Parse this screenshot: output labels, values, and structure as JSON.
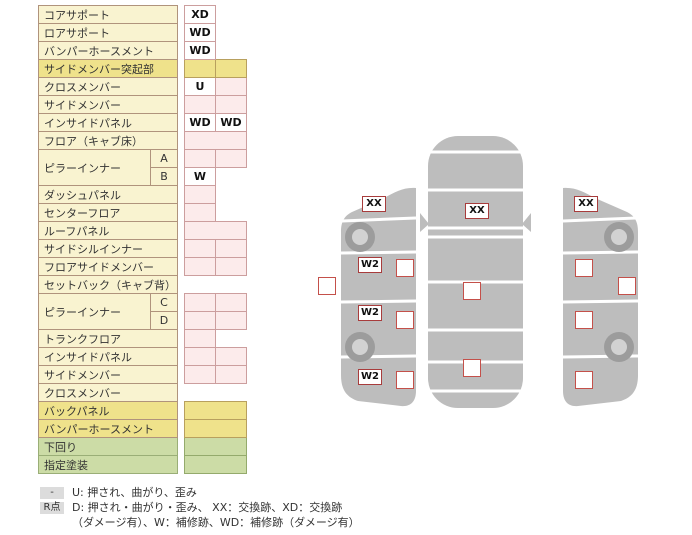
{
  "table": {
    "rows": [
      {
        "label": "コアサポート",
        "rowStyle": "cream",
        "cells": [
          {
            "text": "XD",
            "kind": "white"
          }
        ]
      },
      {
        "label": "ロアサポート",
        "rowStyle": "cream",
        "cells": [
          {
            "text": "WD",
            "kind": "white"
          }
        ]
      },
      {
        "label": "バンパーホースメント",
        "rowStyle": "cream",
        "cells": [
          {
            "text": "WD",
            "kind": "white"
          }
        ]
      },
      {
        "label": "サイドメンバー突起部",
        "rowStyle": "yellow",
        "cells": [
          {
            "text": "",
            "kind": "yellow"
          },
          {
            "text": "",
            "kind": "yellow"
          }
        ]
      },
      {
        "label": "クロスメンバー",
        "rowStyle": "cream",
        "cells": [
          {
            "text": "U",
            "kind": "white"
          },
          {
            "text": "",
            "kind": "pink"
          }
        ]
      },
      {
        "label": "サイドメンバー",
        "rowStyle": "cream",
        "cells": [
          {
            "text": "",
            "kind": "pink"
          },
          {
            "text": "",
            "kind": "pink"
          }
        ]
      },
      {
        "label": "インサイドパネル",
        "rowStyle": "cream",
        "cells": [
          {
            "text": "WD",
            "kind": "white"
          },
          {
            "text": "WD",
            "kind": "white"
          }
        ]
      },
      {
        "label": "フロア（キャブ床）",
        "rowStyle": "cream",
        "cells": [
          {
            "text": "",
            "kind": "pink",
            "wide": true
          }
        ]
      },
      {
        "label": "ピラーインナー",
        "labelSpan": 2,
        "sub": "A",
        "rowStyle": "cream",
        "cells": [
          {
            "text": "",
            "kind": "pink"
          },
          {
            "text": "",
            "kind": "pink"
          }
        ]
      },
      {
        "cont": true,
        "sub": "B",
        "rowStyle": "cream",
        "cells": [
          {
            "text": "W",
            "kind": "white"
          }
        ]
      },
      {
        "label": "ダッシュパネル",
        "rowStyle": "cream",
        "cells": [
          {
            "text": "",
            "kind": "pink"
          }
        ]
      },
      {
        "label": "センターフロア",
        "rowStyle": "cream",
        "cells": [
          {
            "text": "",
            "kind": "pink"
          }
        ]
      },
      {
        "label": "ルーフパネル",
        "rowStyle": "cream",
        "cells": [
          {
            "text": "",
            "kind": "pink",
            "wide": true
          }
        ]
      },
      {
        "label": "サイドシルインナー",
        "rowStyle": "cream",
        "cells": [
          {
            "text": "",
            "kind": "pink"
          },
          {
            "text": "",
            "kind": "pink"
          }
        ]
      },
      {
        "label": "フロアサイドメンバー",
        "rowStyle": "cream",
        "cells": [
          {
            "text": "",
            "kind": "pink"
          },
          {
            "text": "",
            "kind": "pink"
          }
        ]
      },
      {
        "label": "セットバック（キャブ背）",
        "rowStyle": "cream",
        "cells": []
      },
      {
        "label": "ピラーインナー",
        "labelSpan": 2,
        "sub": "C",
        "rowStyle": "cream",
        "cells": [
          {
            "text": "",
            "kind": "pink"
          },
          {
            "text": "",
            "kind": "pink"
          }
        ]
      },
      {
        "cont": true,
        "sub": "D",
        "rowStyle": "cream",
        "cells": [
          {
            "text": "",
            "kind": "pink"
          },
          {
            "text": "",
            "kind": "pink"
          }
        ]
      },
      {
        "label": "トランクフロア",
        "rowStyle": "cream",
        "cells": [
          {
            "text": "",
            "kind": "pink"
          }
        ]
      },
      {
        "label": "インサイドパネル",
        "rowStyle": "cream",
        "cells": [
          {
            "text": "",
            "kind": "pink"
          },
          {
            "text": "",
            "kind": "pink"
          }
        ]
      },
      {
        "label": "サイドメンバー",
        "rowStyle": "cream",
        "cells": [
          {
            "text": "",
            "kind": "pink"
          },
          {
            "text": "",
            "kind": "pink"
          }
        ]
      },
      {
        "label": "クロスメンバー",
        "rowStyle": "cream",
        "cells": []
      },
      {
        "label": "バックパネル",
        "rowStyle": "yellow",
        "cells": [
          {
            "text": "",
            "kind": "yellow",
            "wide": true
          }
        ]
      },
      {
        "label": "バンパーホースメント",
        "rowStyle": "yellow",
        "cells": [
          {
            "text": "",
            "kind": "yellow",
            "wide": true
          }
        ]
      },
      {
        "label": "下回り",
        "rowStyle": "green",
        "cells": [
          {
            "text": "",
            "kind": "green",
            "wide": true
          }
        ]
      },
      {
        "label": "指定塗装",
        "rowStyle": "green",
        "cells": [
          {
            "text": "",
            "kind": "green",
            "wide": true
          }
        ]
      }
    ]
  },
  "diagram": {
    "left_panel": {
      "top_marker": "XX",
      "marks": [
        "W2",
        "W2",
        "W2"
      ]
    },
    "center": {
      "top_marker": "XX"
    },
    "right_panel": {
      "top_marker": "XX"
    }
  },
  "legend": {
    "row1_badge": "-",
    "row1_text": "U: 押され、曲がり、歪み",
    "row2_badge": "R点",
    "row2_text": "D: 押され・曲がり・歪み、 XX：交換跡、XD：交換跡",
    "row3_text": "（ダメージ有）、W：補修跡、WD：補修跡（ダメージ有）"
  },
  "colors": {
    "car_body_gray": "#bdbdbd",
    "wheel_gray": "#9c9c9c",
    "label_cream": "#f9f3d0",
    "cell_pink": "#fcebeb",
    "row_yellow": "#efe28b",
    "row_green": "#ccdca6",
    "marker_border_red": "#a83c3c"
  }
}
